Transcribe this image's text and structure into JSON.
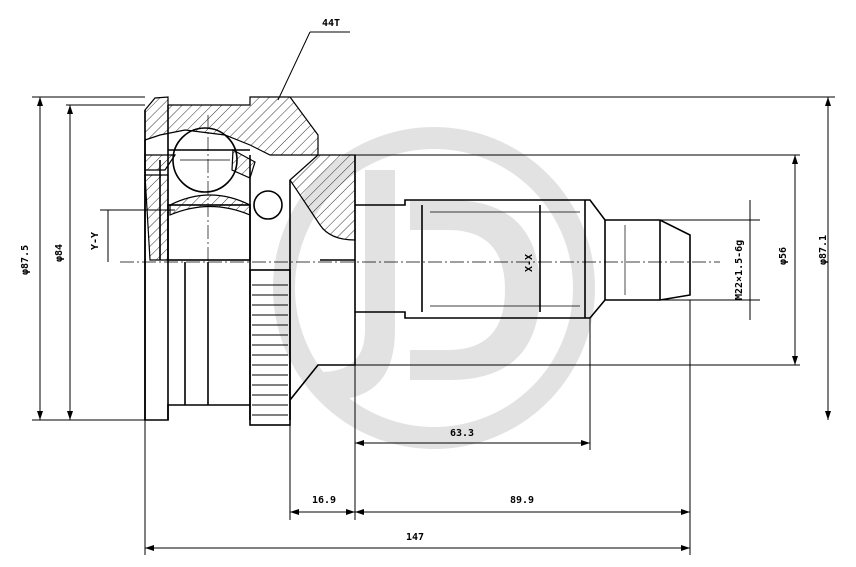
{
  "drawing": {
    "watermark": "JD",
    "dimensions": {
      "teeth": "44T",
      "dia_87_5": "φ87.5",
      "dia_84": "φ84",
      "section_yy": "Y-Y",
      "section_xx": "X-X",
      "thread": "M22×1.5-6g",
      "dia_56": "φ56",
      "dia_87_1": "φ87.1",
      "len_63_3": "63.3",
      "len_16_9": "16.9",
      "len_89_9": "89.9",
      "len_147": "147"
    }
  }
}
